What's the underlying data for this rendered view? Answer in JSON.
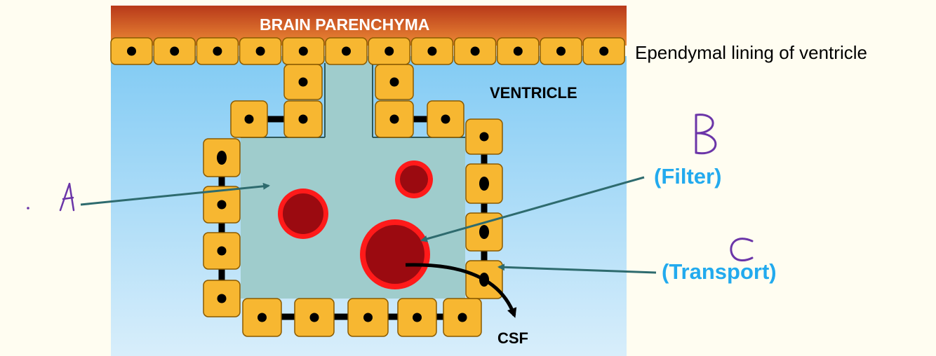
{
  "labels": {
    "brain_parenchyma": "BRAIN PARENCHYMA",
    "ependymal_lining": "Ependymal lining of ventricle",
    "ventricle": "VENTRICLE",
    "csf": "CSF",
    "filter": "(Filter)",
    "transport": "(Transport)"
  },
  "handwritten": {
    "a": "A",
    "b": "B",
    "c": "C"
  },
  "colors": {
    "background": "#fffdf1",
    "parenchyma_top": "#c0401a",
    "parenchyma_bottom": "#e67a30",
    "ventricle_top": "#86cdf5",
    "ventricle_bottom": "#d6eefb",
    "cell_fill": "#f7b731",
    "cell_stroke": "#8a5a00",
    "stroma": "#9fcccc",
    "vessel_fill": "#9b0a10",
    "vessel_ring": "#ff1a1a",
    "arrow": "#2e6b6e",
    "accent_label": "#22aaee",
    "handwriting": "#6b35a8"
  }
}
